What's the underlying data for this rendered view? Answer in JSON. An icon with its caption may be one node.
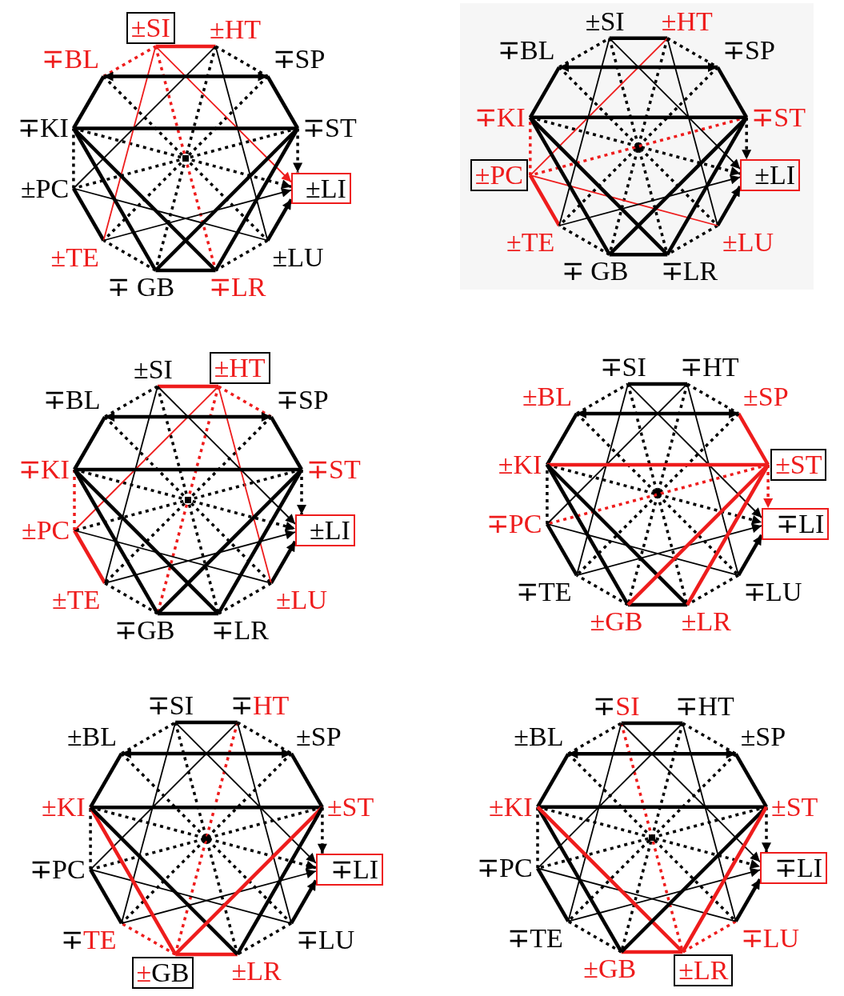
{
  "diagram": {
    "nodes": [
      {
        "text": [
          "±SI"
        ]
      },
      {
        "text": [
          "±HT"
        ]
      },
      {
        "text": [
          "∓SP"
        ]
      },
      {
        "text": [
          "∓ST"
        ]
      },
      {
        "text": [
          "±LI"
        ]
      },
      {
        "text": [
          "±LU"
        ]
      },
      {
        "text": [
          "∓LR"
        ]
      },
      {
        "text": [
          "∓ GB"
        ]
      },
      {
        "text": [
          "±TE"
        ]
      },
      {
        "text": [
          "±PC"
        ]
      },
      {
        "text": [
          "∓KI"
        ]
      },
      {
        "text": [
          "∓BL"
        ]
      },
      {
        "text": [
          "±SI"
        ]
      },
      {
        "text": [
          "±HT"
        ]
      },
      {
        "text": [
          "∓SP"
        ]
      },
      {
        "text": [
          "∓ST"
        ]
      },
      {
        "text": [
          "±LI"
        ]
      },
      {
        "text": [
          "±LU"
        ]
      },
      {
        "text": [
          "∓LR"
        ]
      },
      {
        "text": [
          "∓ GB"
        ]
      },
      {
        "text": [
          "±TE"
        ]
      },
      {
        "text": [
          "±PC"
        ]
      },
      {
        "text": [
          "∓KI"
        ]
      },
      {
        "text": [
          "∓BL"
        ]
      },
      {
        "text": [
          "±SI"
        ]
      },
      {
        "text": [
          "±HT"
        ]
      },
      {
        "text": [
          "∓SP"
        ]
      },
      {
        "text": [
          "∓ST"
        ]
      },
      {
        "text": [
          "±LI"
        ]
      },
      {
        "text": [
          "±LU"
        ]
      },
      {
        "text": [
          "∓LR"
        ]
      },
      {
        "text": [
          "∓GB"
        ]
      },
      {
        "text": [
          "±TE"
        ]
      },
      {
        "text": [
          "±PC"
        ]
      },
      {
        "text": [
          "∓KI"
        ]
      },
      {
        "text": [
          "∓BL"
        ]
      },
      {
        "text": [
          "∓SI"
        ]
      },
      {
        "text": [
          "∓HT"
        ]
      },
      {
        "text": [
          "±SP"
        ]
      },
      {
        "text": [
          "±ST"
        ]
      },
      {
        "text": [
          "∓LI"
        ]
      },
      {
        "text": [
          "∓LU"
        ]
      },
      {
        "text": [
          "±LR"
        ]
      },
      {
        "text": [
          "±GB"
        ]
      },
      {
        "text": [
          "∓TE"
        ]
      },
      {
        "text": [
          "∓PC"
        ]
      },
      {
        "text": [
          "±KI"
        ]
      },
      {
        "text": [
          "±BL"
        ]
      },
      {
        "text": [
          "∓SI"
        ]
      },
      {
        "text": [
          "∓HT"
        ]
      },
      {
        "text": [
          "±SP"
        ]
      },
      {
        "text": [
          "±ST"
        ]
      },
      {
        "text": [
          "∓LI"
        ]
      },
      {
        "text": [
          "∓LU"
        ]
      },
      {
        "text": [
          "±LR"
        ]
      },
      {
        "text": [
          "±GB"
        ]
      },
      {
        "text": [
          "∓TE"
        ]
      },
      {
        "text": [
          "∓PC"
        ]
      },
      {
        "text": [
          "±KI"
        ]
      },
      {
        "text": [
          "±BL"
        ]
      },
      {
        "text": [
          "∓SI"
        ]
      },
      {
        "text": [
          "∓HT"
        ]
      },
      {
        "text": [
          "±SP"
        ]
      },
      {
        "text": [
          "±ST"
        ]
      },
      {
        "text": [
          "∓LI"
        ]
      },
      {
        "text": [
          "∓LU"
        ]
      },
      {
        "text": [
          "±LR"
        ]
      },
      {
        "text": [
          "±GB"
        ]
      },
      {
        "text": [
          "∓TE"
        ]
      },
      {
        "text": [
          "∓PC"
        ]
      },
      {
        "text": [
          "±KI"
        ]
      },
      {
        "text": [
          "±BL"
        ]
      }
    ],
    "edges": [
      {
        "from": 0,
        "to": 1,
        "arrow": "none",
        "color": "#ee1c1c"
      },
      {
        "from": 1,
        "to": 2,
        "arrow": "none",
        "style": "dashed"
      },
      {
        "from": 2,
        "to": 3,
        "arrow": "none"
      },
      {
        "from": 3,
        "to": 4,
        "arrow": "to",
        "style": "dashed"
      },
      {
        "from": 5,
        "to": 4,
        "arrow": "to"
      },
      {
        "from": 5,
        "to": 6,
        "arrow": "none",
        "style": "dashed"
      },
      {
        "from": 6,
        "to": 7,
        "arrow": "none"
      },
      {
        "from": 7,
        "to": 8,
        "arrow": "none",
        "style": "dashed"
      },
      {
        "from": 8,
        "to": 9,
        "arrow": "none"
      },
      {
        "from": 9,
        "to": 10,
        "arrow": "none",
        "style": "dashed"
      },
      {
        "from": 10,
        "to": 11,
        "arrow": "none"
      },
      {
        "from": 11,
        "to": 0,
        "arrow": "none",
        "style": "dashed",
        "color": "#ee1c1c"
      },
      {
        "from": 0,
        "to": 6,
        "arrow": "none",
        "style": "dashed",
        "color": "#ee1c1c"
      },
      {
        "from": 1,
        "to": 7,
        "arrow": "none",
        "style": "dashed"
      },
      {
        "from": 2,
        "to": 8,
        "arrow": "none",
        "style": "dashed"
      },
      {
        "from": 3,
        "to": 9,
        "arrow": "none",
        "style": "dashed"
      },
      {
        "from": 10,
        "to": 4,
        "arrow": "to",
        "style": "dashed"
      },
      {
        "from": 11,
        "to": 5,
        "arrow": "none",
        "style": "dashed"
      },
      {
        "from": 0,
        "to": 8,
        "arrow": "none",
        "color": "#ee1c1c"
      },
      {
        "from": 1,
        "to": 9,
        "arrow": "none"
      },
      {
        "from": 1,
        "to": 5,
        "arrow": "none"
      },
      {
        "from": 9,
        "to": 5,
        "arrow": "none"
      },
      {
        "from": 8,
        "to": 4,
        "arrow": "to"
      },
      {
        "from": 0,
        "to": 4,
        "arrow": "to",
        "color": "#ee1c1c"
      },
      {
        "from": 10,
        "to": 3,
        "arrow": "none"
      },
      {
        "from": 10,
        "to": 7,
        "arrow": "none"
      },
      {
        "from": 10,
        "to": 6,
        "arrow": "none"
      },
      {
        "from": 3,
        "to": 7,
        "arrow": "none"
      },
      {
        "from": 3,
        "to": 6,
        "arrow": "none"
      },
      {
        "from": 11,
        "to": 2,
        "arrow": "both"
      },
      {
        "from": 12,
        "to": 13,
        "arrow": "none"
      },
      {
        "from": 13,
        "to": 14,
        "arrow": "none",
        "style": "dashed"
      },
      {
        "from": 14,
        "to": 15,
        "arrow": "none"
      },
      {
        "from": 15,
        "to": 16,
        "arrow": "to",
        "style": "dashed"
      },
      {
        "from": 17,
        "to": 16,
        "arrow": "to"
      },
      {
        "from": 17,
        "to": 18,
        "arrow": "none",
        "style": "dashed"
      },
      {
        "from": 18,
        "to": 19,
        "arrow": "none"
      },
      {
        "from": 19,
        "to": 20,
        "arrow": "none",
        "style": "dashed"
      },
      {
        "from": 20,
        "to": 21,
        "arrow": "none",
        "color": "#ee1c1c"
      },
      {
        "from": 21,
        "to": 22,
        "arrow": "none",
        "style": "dashed",
        "color": "#ee1c1c"
      },
      {
        "from": 22,
        "to": 23,
        "arrow": "none"
      },
      {
        "from": 23,
        "to": 12,
        "arrow": "none",
        "style": "dashed"
      },
      {
        "from": 12,
        "to": 18,
        "arrow": "none",
        "style": "dashed"
      },
      {
        "from": 13,
        "to": 19,
        "arrow": "none",
        "style": "dashed"
      },
      {
        "from": 14,
        "to": 20,
        "arrow": "none",
        "style": "dashed"
      },
      {
        "from": 15,
        "to": 21,
        "arrow": "none",
        "style": "dashed",
        "color": "#ee1c1c"
      },
      {
        "from": 22,
        "to": 16,
        "arrow": "to",
        "style": "dashed"
      },
      {
        "from": 23,
        "to": 17,
        "arrow": "none",
        "style": "dashed"
      },
      {
        "from": 12,
        "to": 20,
        "arrow": "none"
      },
      {
        "from": 13,
        "to": 21,
        "arrow": "none",
        "color": "#ee1c1c"
      },
      {
        "from": 13,
        "to": 17,
        "arrow": "none"
      },
      {
        "from": 21,
        "to": 17,
        "arrow": "none",
        "color": "#ee1c1c"
      },
      {
        "from": 20,
        "to": 16,
        "arrow": "to"
      },
      {
        "from": 12,
        "to": 16,
        "arrow": "to"
      },
      {
        "from": 22,
        "to": 15,
        "arrow": "none"
      },
      {
        "from": 22,
        "to": 19,
        "arrow": "none"
      },
      {
        "from": 22,
        "to": 18,
        "arrow": "none"
      },
      {
        "from": 15,
        "to": 19,
        "arrow": "none"
      },
      {
        "from": 15,
        "to": 18,
        "arrow": "none"
      },
      {
        "from": 23,
        "to": 14,
        "arrow": "both"
      },
      {
        "from": 24,
        "to": 25,
        "arrow": "none",
        "color": "#ee1c1c"
      },
      {
        "from": 25,
        "to": 26,
        "arrow": "none",
        "style": "dashed",
        "color": "#ee1c1c"
      },
      {
        "from": 26,
        "to": 27,
        "arrow": "none"
      },
      {
        "from": 27,
        "to": 28,
        "arrow": "to",
        "style": "dashed"
      },
      {
        "from": 29,
        "to": 28,
        "arrow": "to"
      },
      {
        "from": 29,
        "to": 30,
        "arrow": "none",
        "style": "dashed"
      },
      {
        "from": 30,
        "to": 31,
        "arrow": "none"
      },
      {
        "from": 31,
        "to": 32,
        "arrow": "none",
        "style": "dashed"
      },
      {
        "from": 32,
        "to": 33,
        "arrow": "none",
        "color": "#ee1c1c"
      },
      {
        "from": 33,
        "to": 34,
        "arrow": "none",
        "style": "dashed",
        "color": "#ee1c1c"
      },
      {
        "from": 34,
        "to": 35,
        "arrow": "none"
      },
      {
        "from": 35,
        "to": 24,
        "arrow": "none",
        "style": "dashed"
      },
      {
        "from": 24,
        "to": 30,
        "arrow": "none",
        "style": "dashed"
      },
      {
        "from": 25,
        "to": 31,
        "arrow": "none",
        "style": "dashed",
        "color": "#ee1c1c"
      },
      {
        "from": 26,
        "to": 32,
        "arrow": "none",
        "style": "dashed"
      },
      {
        "from": 27,
        "to": 33,
        "arrow": "none",
        "style": "dashed"
      },
      {
        "from": 34,
        "to": 28,
        "arrow": "to",
        "style": "dashed"
      },
      {
        "from": 35,
        "to": 29,
        "arrow": "none",
        "style": "dashed"
      },
      {
        "from": 24,
        "to": 32,
        "arrow": "none"
      },
      {
        "from": 25,
        "to": 33,
        "arrow": "none",
        "color": "#ee1c1c"
      },
      {
        "from": 25,
        "to": 29,
        "arrow": "none",
        "color": "#ee1c1c"
      },
      {
        "from": 33,
        "to": 29,
        "arrow": "none"
      },
      {
        "from": 32,
        "to": 28,
        "arrow": "to"
      },
      {
        "from": 24,
        "to": 28,
        "arrow": "to"
      },
      {
        "from": 34,
        "to": 27,
        "arrow": "none"
      },
      {
        "from": 34,
        "to": 31,
        "arrow": "none"
      },
      {
        "from": 34,
        "to": 30,
        "arrow": "none"
      },
      {
        "from": 27,
        "to": 31,
        "arrow": "none"
      },
      {
        "from": 27,
        "to": 30,
        "arrow": "none"
      },
      {
        "from": 35,
        "to": 26,
        "arrow": "both"
      },
      {
        "from": 36,
        "to": 37,
        "arrow": "none"
      },
      {
        "from": 37,
        "to": 38,
        "arrow": "none",
        "style": "dashed"
      },
      {
        "from": 38,
        "to": 39,
        "arrow": "none",
        "color": "#ee1c1c"
      },
      {
        "from": 39,
        "to": 40,
        "arrow": "to",
        "style": "dashed",
        "color": "#ee1c1c"
      },
      {
        "from": 41,
        "to": 40,
        "arrow": "to"
      },
      {
        "from": 41,
        "to": 42,
        "arrow": "none",
        "style": "dashed"
      },
      {
        "from": 42,
        "to": 43,
        "arrow": "none"
      },
      {
        "from": 43,
        "to": 44,
        "arrow": "none",
        "style": "dashed"
      },
      {
        "from": 44,
        "to": 45,
        "arrow": "none"
      },
      {
        "from": 45,
        "to": 46,
        "arrow": "none",
        "style": "dashed"
      },
      {
        "from": 46,
        "to": 47,
        "arrow": "none"
      },
      {
        "from": 47,
        "to": 36,
        "arrow": "none",
        "style": "dashed"
      },
      {
        "from": 36,
        "to": 42,
        "arrow": "none",
        "style": "dashed"
      },
      {
        "from": 37,
        "to": 43,
        "arrow": "none",
        "style": "dashed"
      },
      {
        "from": 38,
        "to": 44,
        "arrow": "none",
        "style": "dashed"
      },
      {
        "from": 39,
        "to": 45,
        "arrow": "none",
        "style": "dashed",
        "color": "#ee1c1c"
      },
      {
        "from": 46,
        "to": 40,
        "arrow": "to",
        "style": "dashed"
      },
      {
        "from": 47,
        "to": 41,
        "arrow": "none",
        "style": "dashed"
      },
      {
        "from": 36,
        "to": 44,
        "arrow": "none"
      },
      {
        "from": 37,
        "to": 45,
        "arrow": "none"
      },
      {
        "from": 37,
        "to": 41,
        "arrow": "none"
      },
      {
        "from": 45,
        "to": 41,
        "arrow": "none"
      },
      {
        "from": 44,
        "to": 40,
        "arrow": "to"
      },
      {
        "from": 36,
        "to": 40,
        "arrow": "to"
      },
      {
        "from": 46,
        "to": 39,
        "arrow": "none",
        "color": "#ee1c1c"
      },
      {
        "from": 46,
        "to": 43,
        "arrow": "none"
      },
      {
        "from": 46,
        "to": 42,
        "arrow": "none"
      },
      {
        "from": 39,
        "to": 43,
        "arrow": "none",
        "color": "#ee1c1c"
      },
      {
        "from": 39,
        "to": 42,
        "arrow": "none",
        "color": "#ee1c1c"
      },
      {
        "from": 47,
        "to": 38,
        "arrow": "both"
      },
      {
        "from": 48,
        "to": 49,
        "arrow": "none"
      },
      {
        "from": 49,
        "to": 50,
        "arrow": "none",
        "style": "dashed"
      },
      {
        "from": 50,
        "to": 51,
        "arrow": "none"
      },
      {
        "from": 51,
        "to": 52,
        "arrow": "to",
        "style": "dashed"
      },
      {
        "from": 53,
        "to": 52,
        "arrow": "to"
      },
      {
        "from": 53,
        "to": 54,
        "arrow": "none",
        "style": "dashed"
      },
      {
        "from": 54,
        "to": 55,
        "arrow": "none",
        "color": "#ee1c1c"
      },
      {
        "from": 55,
        "to": 56,
        "arrow": "none",
        "style": "dashed",
        "color": "#ee1c1c"
      },
      {
        "from": 56,
        "to": 57,
        "arrow": "none"
      },
      {
        "from": 57,
        "to": 58,
        "arrow": "none",
        "style": "dashed"
      },
      {
        "from": 58,
        "to": 59,
        "arrow": "none"
      },
      {
        "from": 59,
        "to": 48,
        "arrow": "none",
        "style": "dashed"
      },
      {
        "from": 48,
        "to": 54,
        "arrow": "none",
        "style": "dashed"
      },
      {
        "from": 49,
        "to": 55,
        "arrow": "none",
        "style": "dashed",
        "color": "#ee1c1c"
      },
      {
        "from": 50,
        "to": 56,
        "arrow": "none",
        "style": "dashed"
      },
      {
        "from": 51,
        "to": 57,
        "arrow": "none",
        "style": "dashed"
      },
      {
        "from": 58,
        "to": 52,
        "arrow": "to",
        "style": "dashed"
      },
      {
        "from": 59,
        "to": 53,
        "arrow": "none",
        "style": "dashed"
      },
      {
        "from": 48,
        "to": 56,
        "arrow": "none"
      },
      {
        "from": 49,
        "to": 57,
        "arrow": "none"
      },
      {
        "from": 49,
        "to": 53,
        "arrow": "none"
      },
      {
        "from": 57,
        "to": 53,
        "arrow": "none"
      },
      {
        "from": 56,
        "to": 52,
        "arrow": "to"
      },
      {
        "from": 48,
        "to": 52,
        "arrow": "to"
      },
      {
        "from": 58,
        "to": 51,
        "arrow": "none"
      },
      {
        "from": 58,
        "to": 55,
        "arrow": "none",
        "color": "#ee1c1c"
      },
      {
        "from": 58,
        "to": 54,
        "arrow": "none"
      },
      {
        "from": 51,
        "to": 55,
        "arrow": "none",
        "color": "#ee1c1c"
      },
      {
        "from": 51,
        "to": 54,
        "arrow": "none"
      },
      {
        "from": 59,
        "to": 50,
        "arrow": "both"
      },
      {
        "from": 60,
        "to": 61,
        "arrow": "none"
      },
      {
        "from": 61,
        "to": 62,
        "arrow": "none",
        "style": "dashed"
      },
      {
        "from": 62,
        "to": 63,
        "arrow": "none"
      },
      {
        "from": 63,
        "to": 64,
        "arrow": "to",
        "style": "dashed"
      },
      {
        "from": 65,
        "to": 64,
        "arrow": "to"
      },
      {
        "from": 65,
        "to": 66,
        "arrow": "none",
        "style": "dashed",
        "color": "#ee1c1c"
      },
      {
        "from": 66,
        "to": 67,
        "arrow": "none",
        "color": "#ee1c1c"
      },
      {
        "from": 67,
        "to": 68,
        "arrow": "none",
        "style": "dashed"
      },
      {
        "from": 68,
        "to": 69,
        "arrow": "none"
      },
      {
        "from": 69,
        "to": 70,
        "arrow": "none",
        "style": "dashed"
      },
      {
        "from": 70,
        "to": 71,
        "arrow": "none"
      },
      {
        "from": 71,
        "to": 60,
        "arrow": "none",
        "style": "dashed"
      },
      {
        "from": 60,
        "to": 66,
        "arrow": "none",
        "style": "dashed",
        "color": "#ee1c1c"
      },
      {
        "from": 61,
        "to": 67,
        "arrow": "none",
        "style": "dashed"
      },
      {
        "from": 62,
        "to": 68,
        "arrow": "none",
        "style": "dashed"
      },
      {
        "from": 63,
        "to": 69,
        "arrow": "none",
        "style": "dashed"
      },
      {
        "from": 70,
        "to": 64,
        "arrow": "to",
        "style": "dashed"
      },
      {
        "from": 71,
        "to": 65,
        "arrow": "none",
        "style": "dashed"
      },
      {
        "from": 60,
        "to": 68,
        "arrow": "none"
      },
      {
        "from": 61,
        "to": 69,
        "arrow": "none"
      },
      {
        "from": 61,
        "to": 65,
        "arrow": "none"
      },
      {
        "from": 69,
        "to": 65,
        "arrow": "none"
      },
      {
        "from": 68,
        "to": 64,
        "arrow": "to"
      },
      {
        "from": 60,
        "to": 64,
        "arrow": "to"
      },
      {
        "from": 70,
        "to": 63,
        "arrow": "none"
      },
      {
        "from": 70,
        "to": 67,
        "arrow": "none"
      },
      {
        "from": 70,
        "to": 66,
        "arrow": "none",
        "color": "#ee1c1c"
      },
      {
        "from": 63,
        "to": 67,
        "arrow": "none"
      },
      {
        "from": 63,
        "to": 66,
        "arrow": "none",
        "color": "#ee1c1c"
      },
      {
        "from": 71,
        "to": 62,
        "arrow": "both"
      }
    ]
  }
}
